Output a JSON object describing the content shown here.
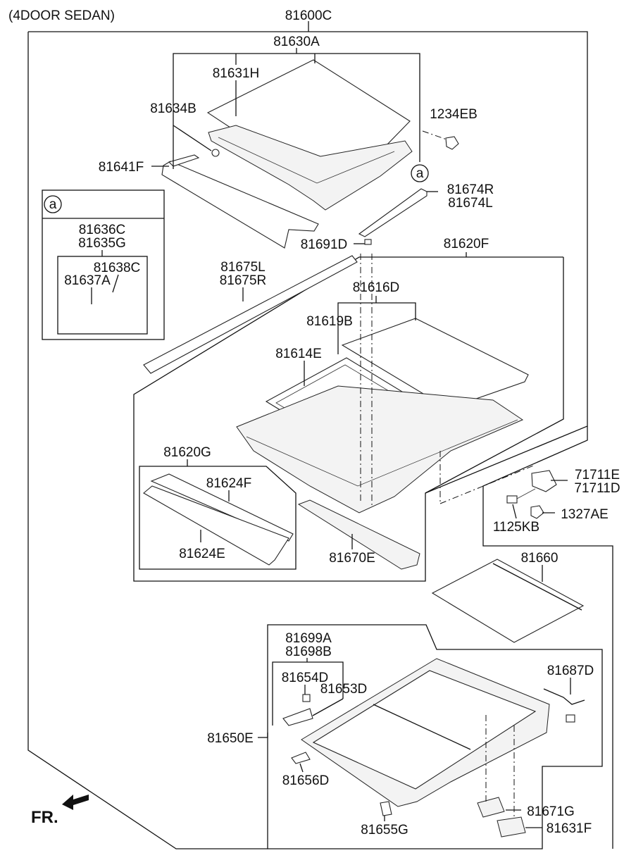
{
  "header": {
    "title": "(4DOOR SEDAN)"
  },
  "footer": {
    "direction_label": "FR."
  },
  "callout": {
    "marker": "a"
  },
  "parts": {
    "p81600C": "81600C",
    "p81630A": "81630A",
    "p81631H": "81631H",
    "p81634B": "81634B",
    "p1234EB": "1234EB",
    "p81641F": "81641F",
    "p81674R": "81674R",
    "p81674L": "81674L",
    "p81691D": "81691D",
    "p81620F": "81620F",
    "p81636C": "81636C",
    "p81635G": "81635G",
    "p81638C": "81638C",
    "p81637A": "81637A",
    "p81675L": "81675L",
    "p81675R": "81675R",
    "p81616D": "81616D",
    "p81619B": "81619B",
    "p81614E": "81614E",
    "p81620G": "81620G",
    "p81624F": "81624F",
    "p81624E": "81624E",
    "p81670E": "81670E",
    "p71711E": "71711E",
    "p71711D": "71711D",
    "p1125KB": "1125KB",
    "p1327AE": "1327AE",
    "p81660": "81660",
    "p81699A": "81699A",
    "p81698B": "81698B",
    "p81654D": "81654D",
    "p81653D": "81653D",
    "p81687D": "81687D",
    "p81650E": "81650E",
    "p81656D": "81656D",
    "p81671G": "81671G",
    "p81655G": "81655G",
    "p81631F": "81631F"
  }
}
